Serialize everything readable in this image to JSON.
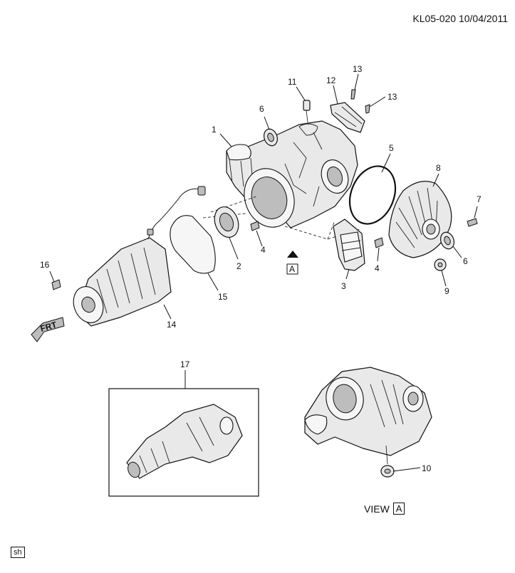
{
  "header": {
    "diagram_code": "KL05-020  10/04/2011"
  },
  "callouts": {
    "c1": "1",
    "c2": "2",
    "c3": "3",
    "c4a": "4",
    "c4b": "4",
    "c5": "5",
    "c6a": "6",
    "c6b": "6",
    "c7": "7",
    "c8": "8",
    "c9": "9",
    "c10": "10",
    "c11": "11",
    "c12": "12",
    "c13a": "13",
    "c13b": "13",
    "c14": "14",
    "c15": "15",
    "c16": "16",
    "c17": "17"
  },
  "view_marker": {
    "letter": "A"
  },
  "view_caption": {
    "text": "VIEW",
    "letter": "A"
  },
  "front_arrow": {
    "label": "FRT"
  },
  "footer_tag": {
    "text": "sh"
  }
}
